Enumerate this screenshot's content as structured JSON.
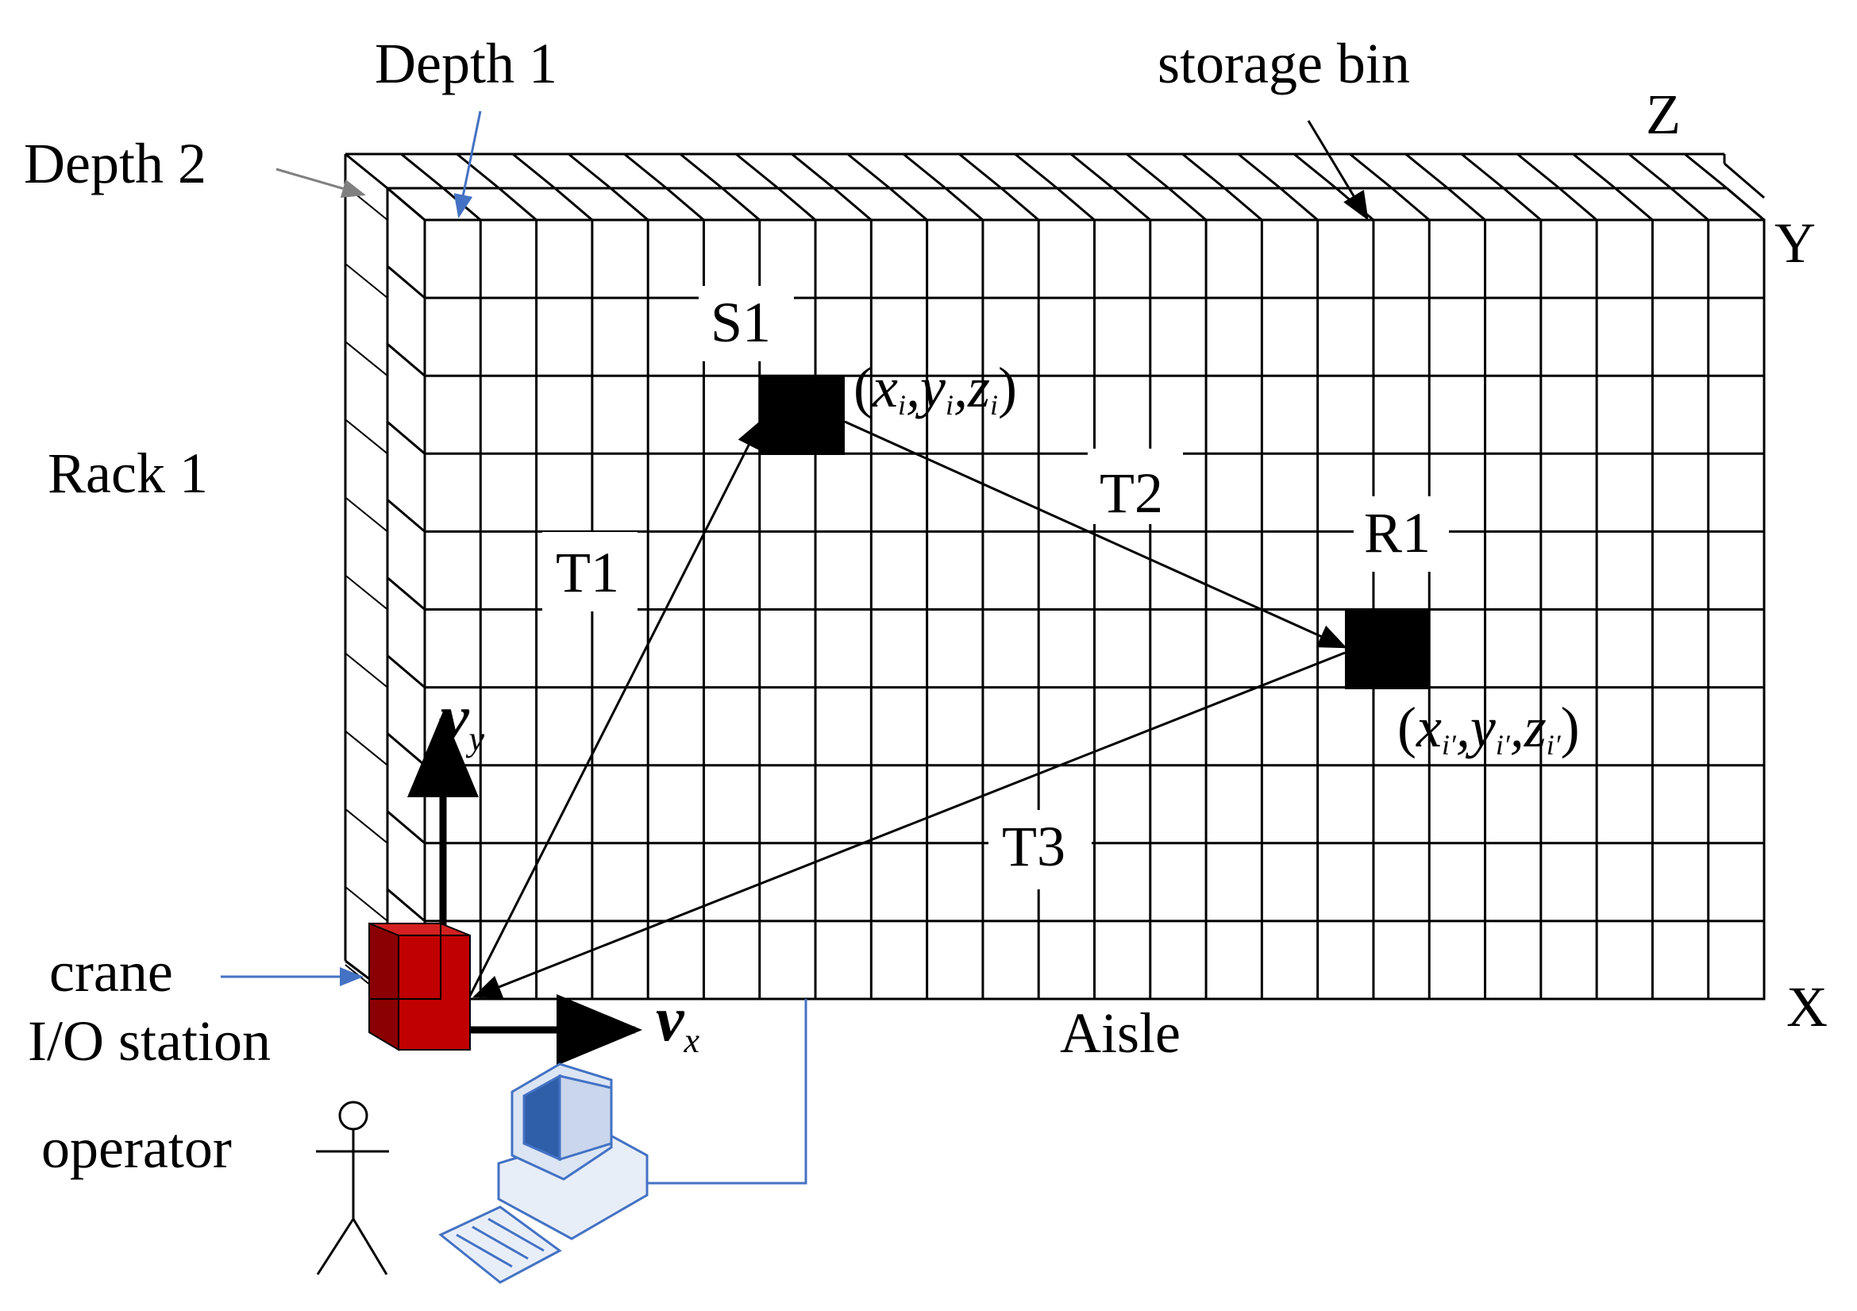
{
  "labels": {
    "depth1": "Depth 1",
    "depth2": "Depth 2",
    "storage_bin": "storage bin",
    "axis_z": "Z",
    "axis_y": "Y",
    "axis_x": "X",
    "rack": "Rack 1",
    "s1": "S1",
    "r1": "R1",
    "t1": "T1",
    "t2": "T2",
    "t3": "T3",
    "vy": "v",
    "vy_sub": "y",
    "vx": "v",
    "vx_sub": "x",
    "crane": "crane",
    "io_station": "I/O station",
    "aisle": "Aisle",
    "operator": "operator"
  },
  "coords": {
    "s1": {
      "open": "(",
      "x": "x",
      "xs": "i",
      "y": "y",
      "ys": "i",
      "z": "z",
      "zs": "i",
      "close": ")"
    },
    "r1": {
      "open": "(",
      "x": "x",
      "xs": "i′",
      "y": "y",
      "ys": "i′",
      "z": "z",
      "zs": "i′",
      "close": ")"
    }
  },
  "colors": {
    "line": "#000000",
    "crane_front": "#c00000",
    "crane_top": "#d42020",
    "crane_side": "#8b0000",
    "connector": "#4472c4",
    "computer_frame": "#4472c4",
    "computer_fill": "#e8eef8",
    "screen": "#2e5fa8",
    "bin_fill": "#000000"
  },
  "icons": [
    "arrow-icon",
    "operator-icon",
    "computer-icon",
    "crane-icon"
  ]
}
